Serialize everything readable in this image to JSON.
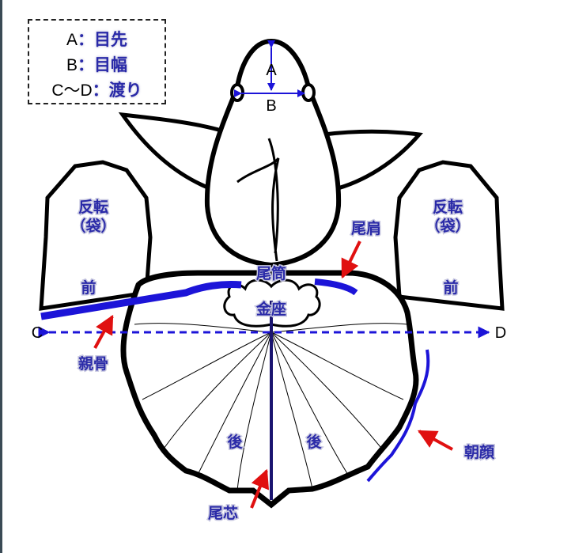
{
  "legend": {
    "items": [
      {
        "key": "A",
        "sep": "：",
        "value": "目先"
      },
      {
        "key": "B",
        "sep": "：",
        "value": "目幅"
      },
      {
        "key": "C〜D",
        "sep": "：",
        "value": "渡り"
      }
    ]
  },
  "markers": {
    "a": "A",
    "b": "B",
    "c": "C",
    "d": "D"
  },
  "labels": {
    "reverse_left": "反転",
    "bag_left": "（袋）",
    "reverse_right": "反転",
    "bag_right": "（袋）",
    "front_left": "前",
    "front_right": "前",
    "tail_shoulder": "尾肩",
    "tail_tube": "尾筒",
    "golden_seat": "金座",
    "main_bone": "親骨",
    "rear_left": "後",
    "rear_right": "後",
    "tail_core": "尾芯",
    "morning_glory": "朝顔"
  },
  "colors": {
    "blue": "#1c14d8",
    "red": "#e01010",
    "label": "#2a2aa8"
  }
}
